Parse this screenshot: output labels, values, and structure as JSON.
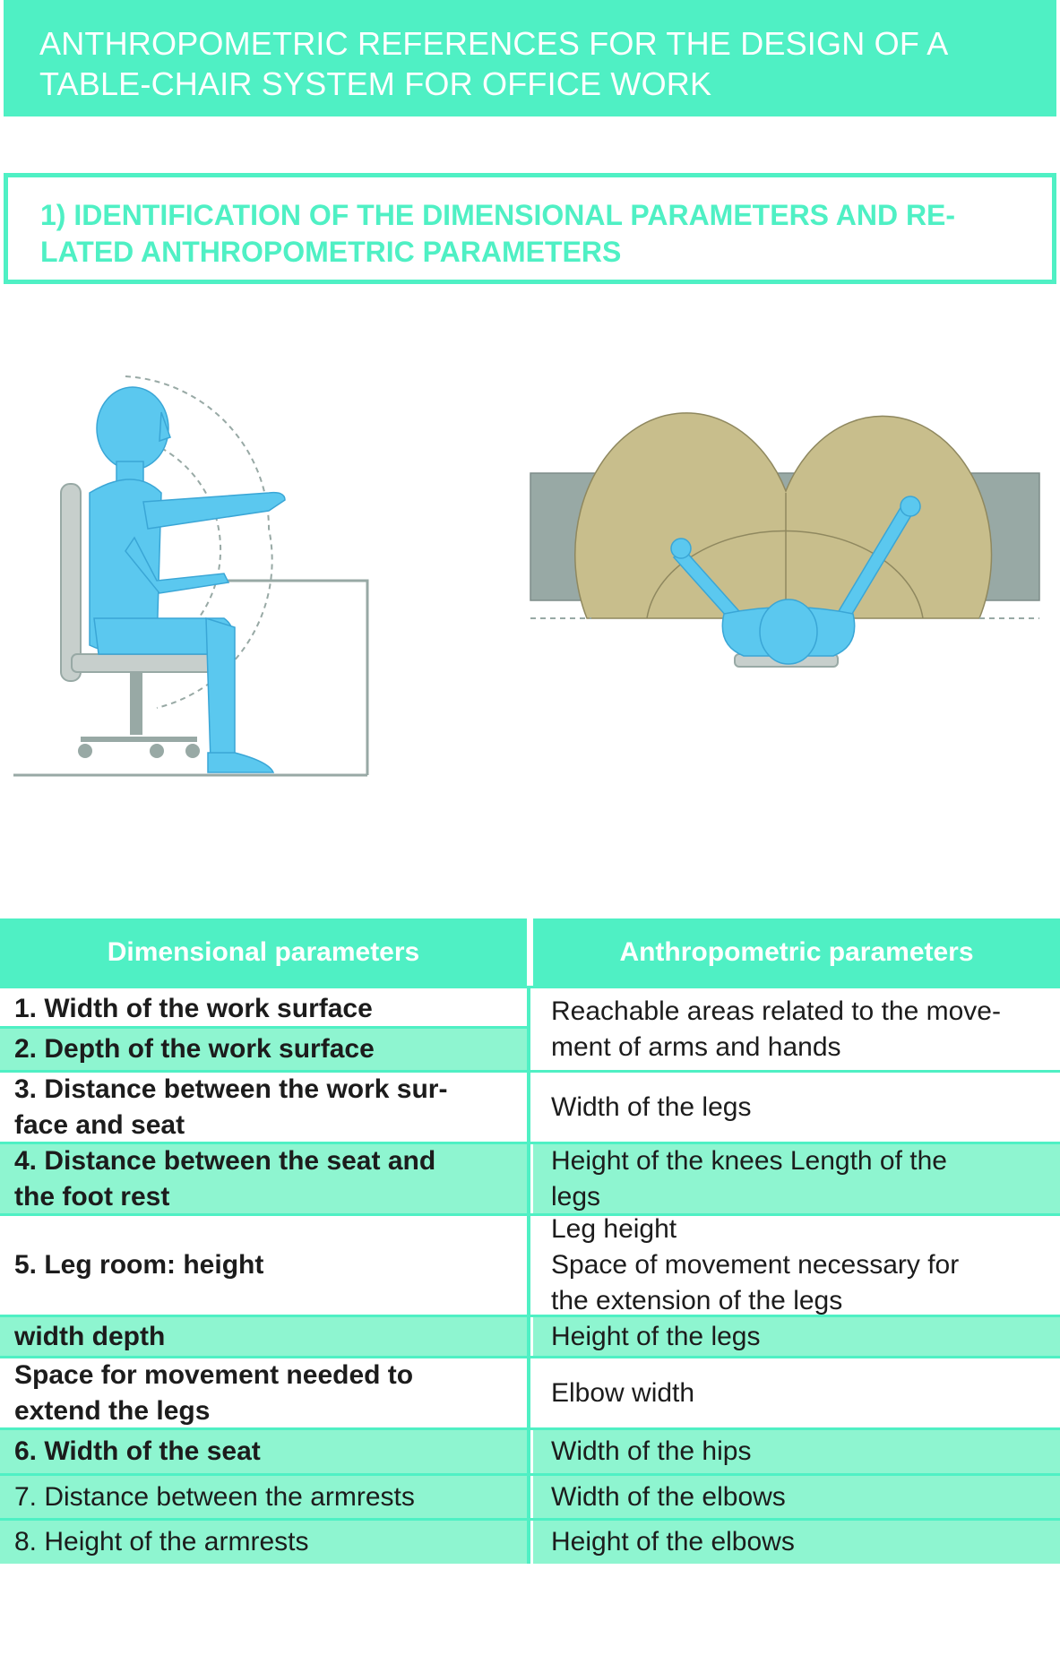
{
  "header": {
    "title": "ANTHROPOMETRIC REFERENCES FOR THE DESIGN OF A\nTABLE-CHAIR SYSTEM FOR OFFICE WORK"
  },
  "section": {
    "title": "1)  IDENTIFICATION OF THE DIMENSIONAL PARAMETERS AND RE-\nLATED ANTHROPOMETRIC PARAMETERS"
  },
  "colors": {
    "accent": "#4ff0c4",
    "row_tint": "#8ef5d0",
    "figure_blue": "#5bc8ef",
    "desk_grey": "#98a9a5",
    "reach_tan": "#c8be8c"
  },
  "table": {
    "headers": [
      "Dimensional parameters",
      "Anthropometric parameters"
    ],
    "left": [
      "1. Width of the work surface",
      "2. Depth of the work surface",
      "3. Distance between the work sur-\nface and seat",
      "4. Distance between the seat and\nthe foot rest",
      "5. Leg room: height",
      "width depth",
      "Space for movement needed to\nextend the legs",
      "6. Width of the seat",
      "7. Distance between the armrests",
      "8. Height of the armrests"
    ],
    "right": [
      "Reachable areas related to the move-\nment of arms and hands",
      "Width of the legs",
      "Height of the knees Length of the\nlegs",
      "Leg height\nSpace of movement necessary for\nthe extension of the legs",
      "Height of the legs",
      "Elbow width",
      "Width of the hips",
      "Width of the elbows",
      "Height of the elbows"
    ]
  }
}
